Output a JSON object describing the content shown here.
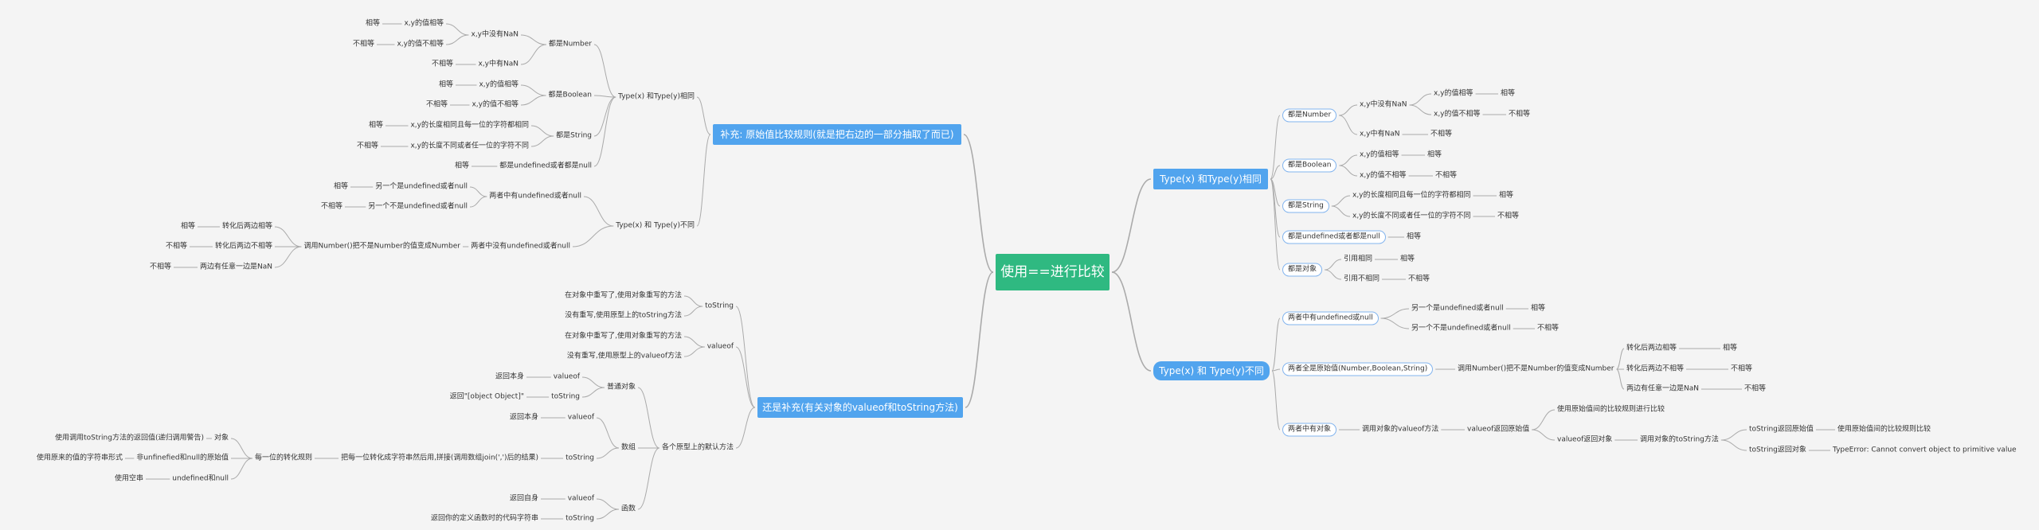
{
  "root": "使用==进行比较",
  "left_top": {
    "title": "补充: 原始值比较规则(就是把右边的一部分抽取了而已)",
    "same_type": "Type(x) 和Type(y)相同",
    "number": "都是Number",
    "x_y_not_nan": "x,y中没有NaN",
    "x_eq_y": "x,y的值相等",
    "x_neq_y": "x,y的值不相等",
    "has_nan": "x,y中有NaN",
    "boolean": "都是Boolean",
    "string": "都是String",
    "str_same": "x,y的长度相同且每一位的字符都相同",
    "str_diff": "x,y的长度不同或者任一位的字符不同",
    "undef_null": "都是undefined或者都是null",
    "diff_type": "Type(x) 和 Type(y)不同",
    "one_has_undef": "两者中有undefined或者null",
    "other_is_undef": "另一个是undefined或者null",
    "other_not_undef": "另一个不是undefined或者null",
    "no_undef": "两者中没有undefined或者null",
    "to_number": "调用Number()把不是Number的值变成Number",
    "after_eq": "转化后两边相等",
    "after_neq": "转化后两边不相等",
    "any_nan": "两边有任意一边是NaN",
    "eq": "相等",
    "neq": "不相等"
  },
  "left_bottom": {
    "title": "还是补充(有关对象的valueof和toString方法)",
    "tostring": "toString",
    "ts_override": "在对象中重写了,使用对象重写的方法",
    "ts_proto": "没有重写,使用原型上的toString方法",
    "valueof": "valueof",
    "vo_override": "在对象中重写了,使用对象重写的方法",
    "vo_proto": "没有重写,使用原型上的valueof方法",
    "defaults": "各个原型上的默认方法",
    "plain_obj": "普通对象",
    "return_self": "返回本身",
    "valueof_leaf": "valueof",
    "return_obj_str": "返回\"[object Object]\"",
    "tostring_leaf": "toString",
    "array": "数组",
    "join_desc": "把每一位转化成字符串然后用,拼接(调用数组join(',')后的结果)",
    "per_rule": "每一位的转化规则",
    "obj": "对象",
    "obj_desc": "使用调用toString方法的返回值(递归调用警告)",
    "non_undef": "非unfinefied和null的原始值",
    "non_undef_desc": "使用原来的值的字符串形式",
    "undef_null": "undefined和null",
    "empty_str": "使用空串",
    "function": "函数",
    "return_self2": "返回自身",
    "fn_code": "返回你的定义函数时的代码字符串"
  },
  "right_top": {
    "title": "Type(x) 和Type(y)相同",
    "number": "都是Number",
    "x_y_not_nan": "x,y中没有NaN",
    "x_eq_y": "x,y的值相等",
    "x_neq_y": "x,y的值不相等",
    "has_nan": "x,y中有NaN",
    "boolean": "都是Boolean",
    "string": "都是String",
    "str_same": "x,y的长度相同且每一位的字符都相同",
    "str_diff": "x,y的长度不同或者任一位的字符不同",
    "undef_null": "都是undefined或者都是null",
    "object": "都是对象",
    "ref_same": "引用相同",
    "ref_diff": "引用不相同",
    "eq": "相等",
    "neq": "不相等"
  },
  "right_bottom": {
    "title": "Type(x) 和 Type(y)不同",
    "has_undef": "两者中有undefined或null",
    "other_is": "另一个是undefined或者null",
    "other_not": "另一个不是undefined或者null",
    "both_prim": "两者全是原始值(Number,Boolean,String)",
    "to_number": "调用Number()把不是Number的值变成Number",
    "after_eq": "转化后两边相等",
    "after_neq": "转化后两边不相等",
    "any_nan": "两边有任意一边是NaN",
    "has_obj": "两者中有对象",
    "call_valueof": "调用对象的valueof方法",
    "valueof_prim": "valueof返回原始值",
    "use_prim_rule": "使用原始值间的比较规则进行比较",
    "valueof_obj": "valueof返回对象",
    "call_tostring": "调用对象的toString方法",
    "ts_prim": "toString返回原始值",
    "ts_prim_rule": "使用原始值间的比较规则比较",
    "ts_obj": "toString返回对象",
    "type_error": "TypeError: Cannot convert object to primitive value",
    "eq": "相等",
    "neq": "不相等"
  },
  "colors": {
    "root": "#2fb981",
    "main": "#51a4ee",
    "line": "#aaaaaa",
    "pill_border": "#82b4ee"
  }
}
